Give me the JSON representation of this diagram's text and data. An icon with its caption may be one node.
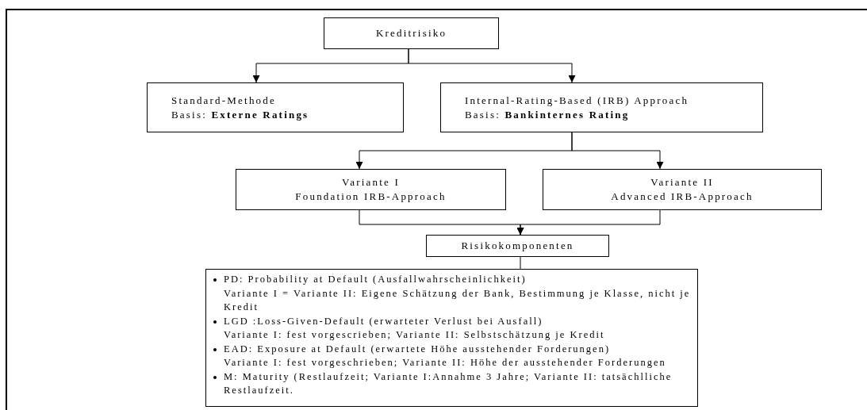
{
  "diagram": {
    "nodes": [
      {
        "text": [
          "Kreditrisiko"
        ]
      },
      {
        "text": [
          "Standard-Methode",
          "Basis: **Externe Ratings**"
        ]
      },
      {
        "text": [
          "Internal-Rating-Based (IRB) Approach",
          "Basis: **Bankinternes Rating**"
        ]
      },
      {
        "text": [
          "Variante I",
          "Foundation IRB-Approach"
        ]
      },
      {
        "text": [
          "Variante II",
          "Advanced IRB-Approach"
        ]
      },
      {
        "text": [
          "Risikokomponenten"
        ]
      },
      {
        "text": [
          "PD: Probability at Default (Ausfallwahrscheinlichkeit)",
          "Variante I = Variante II: Eigene Schätzung der Bank, Bestimmung je Klasse, nicht je Kredit",
          "LGD :Loss-Given-Default (erwarteter Verlust bei Ausfall)",
          "Variante I: fest vorgescrieben; Variante II: Selbstschätzung je Kredit",
          "EAD: Exposure at Default (erwartete Höhe ausstehender Forderungen)",
          "Variante I: fest vorgeschrieben; Variante II: Höhe der ausstehender Forderungen",
          "M: Maturity (Restlaufzeit; Variante I:Annahme 3 Jahre; Variante II: tatsächlliche Restlaufzeit."
        ]
      }
    ],
    "edges": [
      {
        "from": 0,
        "to": 1,
        "arrow": "to"
      },
      {
        "from": 0,
        "to": 2,
        "arrow": "to"
      },
      {
        "from": 2,
        "to": 3,
        "arrow": "to"
      },
      {
        "from": 2,
        "to": 4,
        "arrow": "to"
      },
      {
        "from": 3,
        "to": 5,
        "arrow": "to"
      },
      {
        "from": 4,
        "to": 5,
        "arrow": "to"
      },
      {
        "from": 5,
        "to": 6,
        "arrow": "none"
      }
    ]
  }
}
